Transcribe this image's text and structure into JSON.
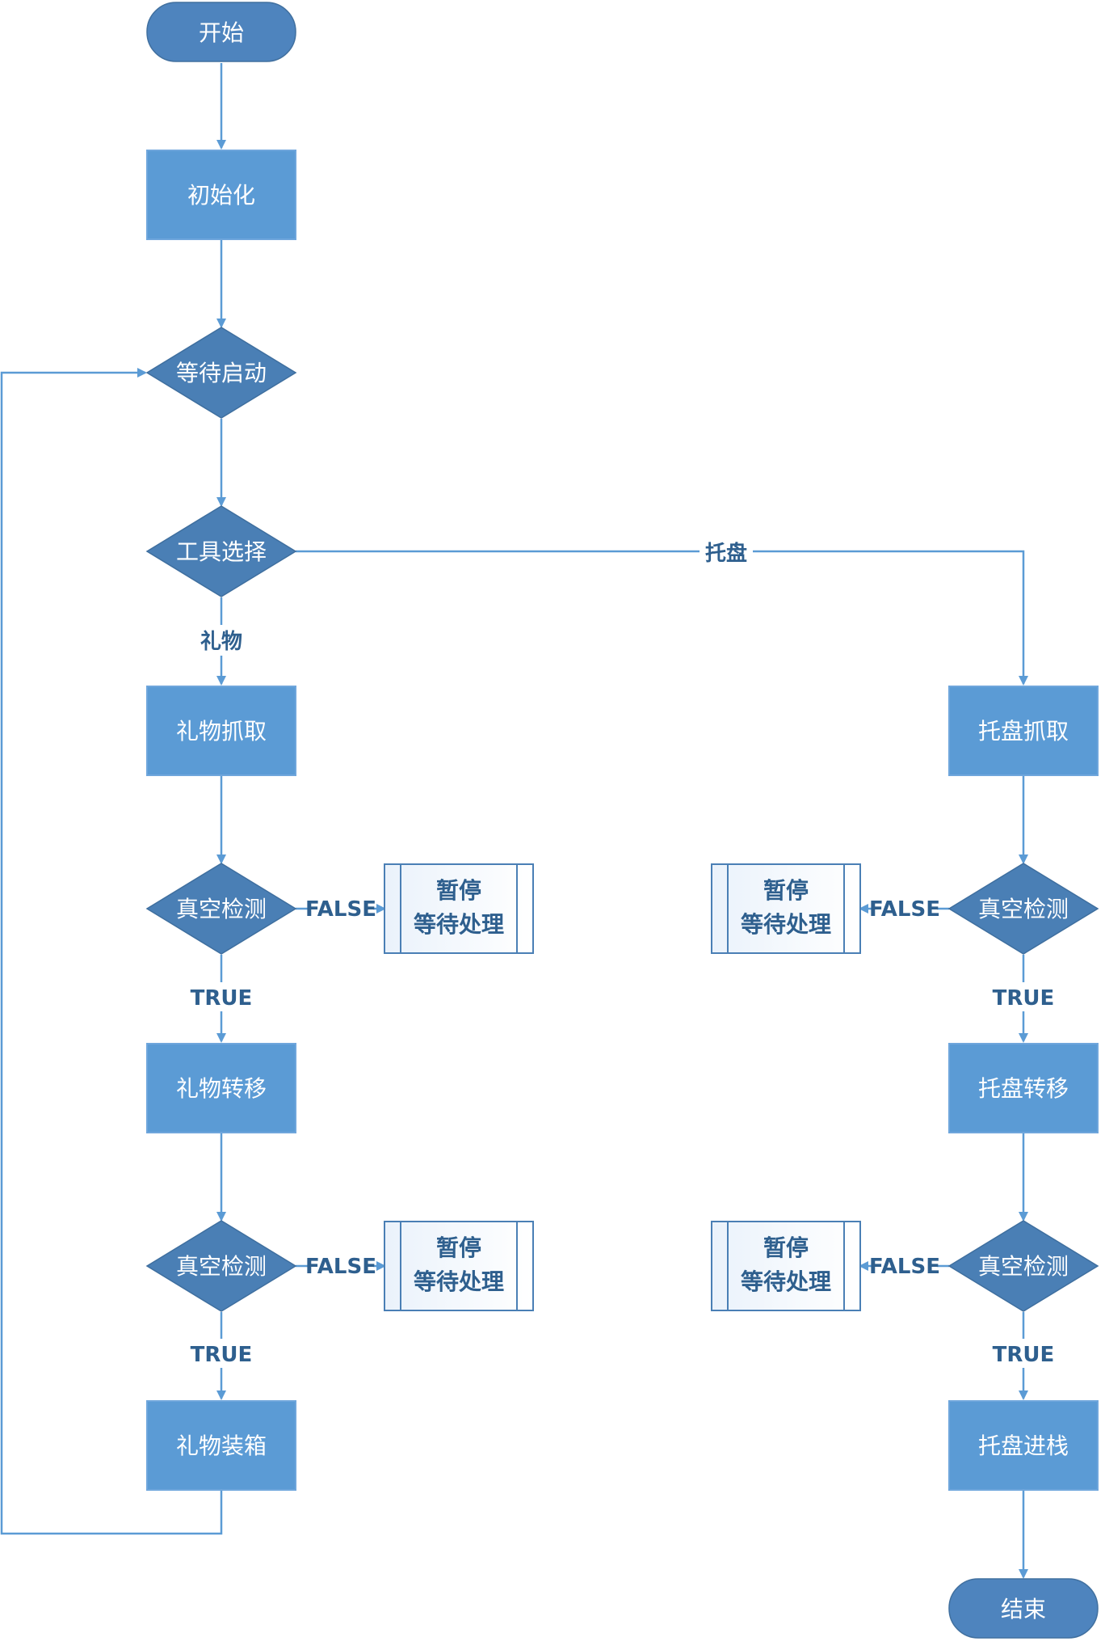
{
  "nodes": {
    "start": "开始",
    "init": "初始化",
    "wait_start": "等待启动",
    "tool_select": "工具选择",
    "gift_grab": "礼物抓取",
    "gift_vac1": "真空检测",
    "gift_transfer": "礼物转移",
    "gift_vac2": "真空检测",
    "gift_pack": "礼物装箱",
    "tray_grab": "托盘抓取",
    "tray_vac1": "真空检测",
    "tray_transfer": "托盘转移",
    "tray_vac2": "真空检测",
    "tray_stack": "托盘进栈",
    "end": "结束"
  },
  "pause_box": {
    "line1": "暂停",
    "line2": "等待处理"
  },
  "edge_labels": {
    "tray": "托盘",
    "gift": "礼物",
    "true": "TRUE",
    "false": "FALSE"
  },
  "colors": {
    "node_fill": "#5b9bd5",
    "decision_fill": "#4a7fb5",
    "edge": "#5b9bd5",
    "text_dark": "#2e5f8e"
  }
}
